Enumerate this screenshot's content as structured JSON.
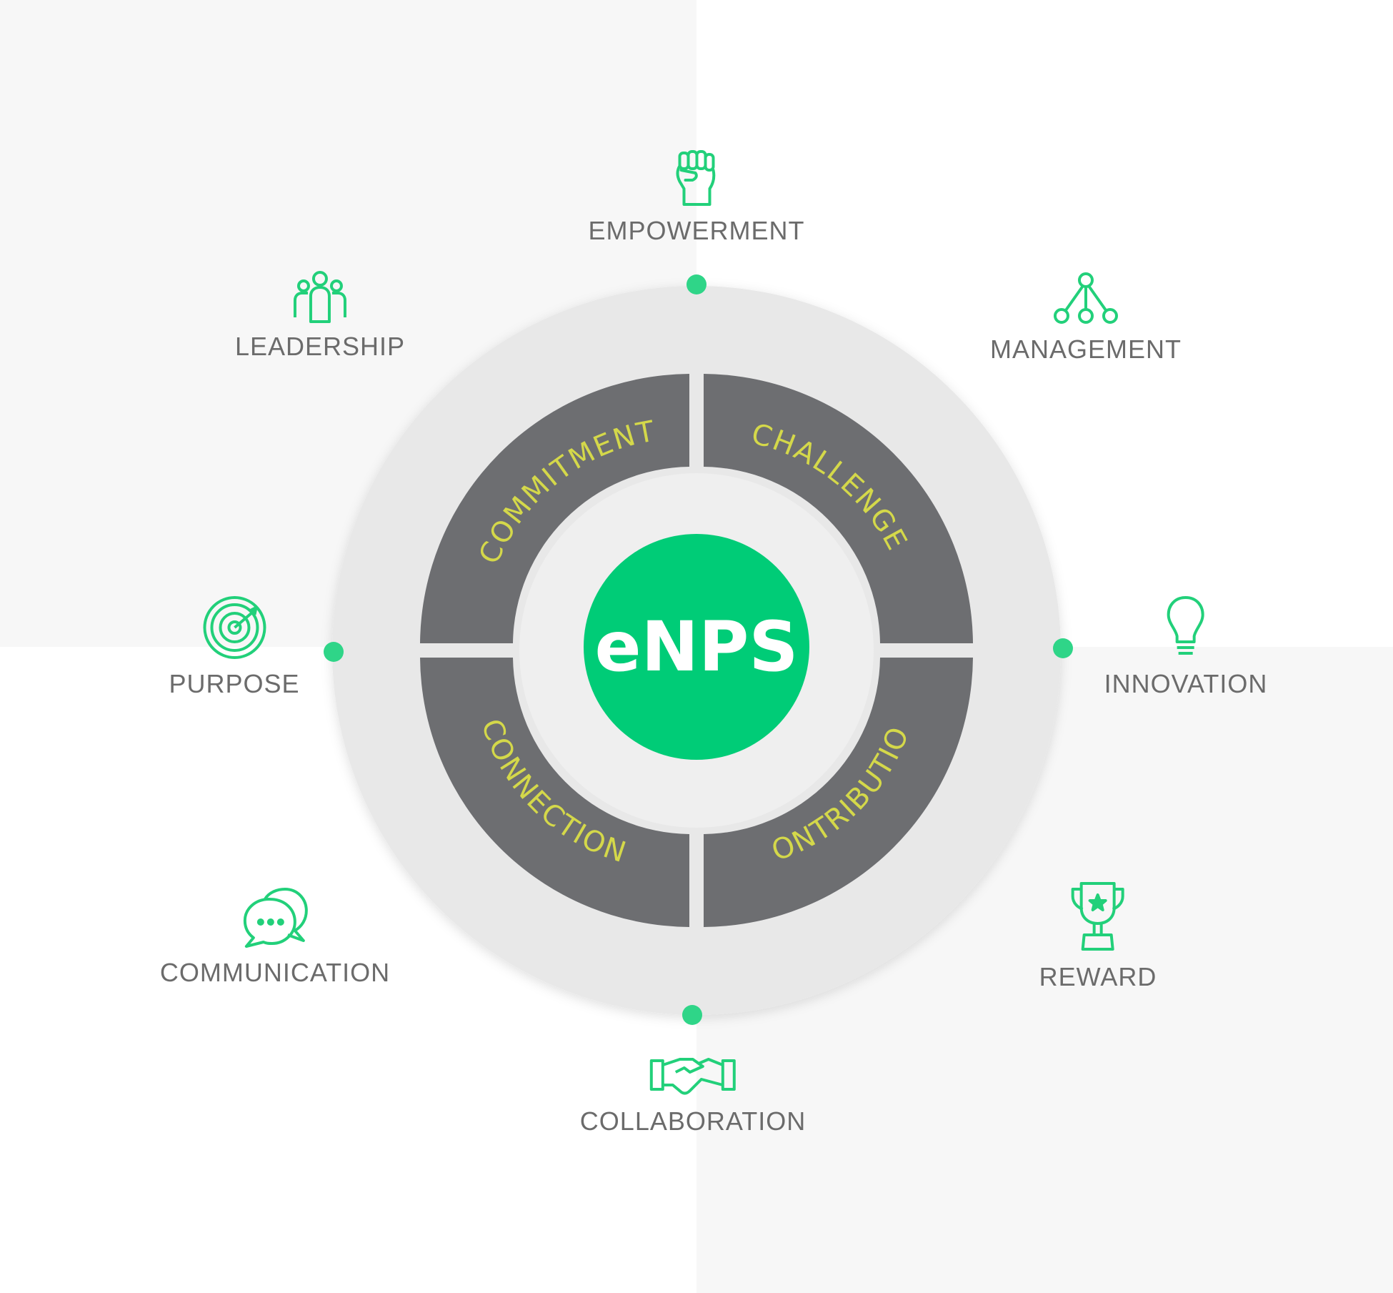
{
  "center": {
    "label": "eNPS",
    "color": "#00cc77"
  },
  "colors": {
    "accent": "#22d07a",
    "ring_dark": "#6d6e71",
    "ring_light": "#e8e8e8",
    "ring_text": "#d4d84a",
    "label_text": "#6b6b6b"
  },
  "inner_segments": [
    {
      "label": "COMMITMENT"
    },
    {
      "label": "CHALLENGE"
    },
    {
      "label": "CONTRIBUTION"
    },
    {
      "label": "CONNECTION"
    }
  ],
  "factors": {
    "empowerment": {
      "label": "EMPOWERMENT",
      "icon": "raised-fist-icon"
    },
    "management": {
      "label": "MANAGEMENT",
      "icon": "hierarchy-icon"
    },
    "innovation": {
      "label": "INNOVATION",
      "icon": "lightbulb-icon"
    },
    "reward": {
      "label": "REWARD",
      "icon": "trophy-icon"
    },
    "collaboration": {
      "label": "COLLABORATION",
      "icon": "handshake-icon"
    },
    "communication": {
      "label": "COMMUNICATION",
      "icon": "chat-bubbles-icon"
    },
    "purpose": {
      "label": "PURPOSE",
      "icon": "target-icon"
    },
    "leadership": {
      "label": "LEADERSHIP",
      "icon": "team-icon"
    }
  }
}
